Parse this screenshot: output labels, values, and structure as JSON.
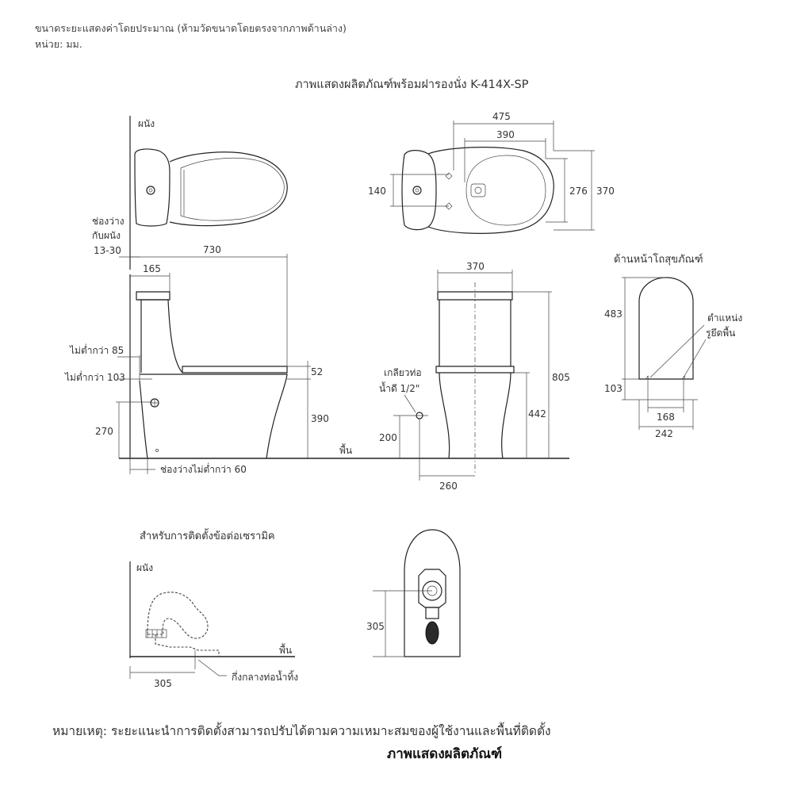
{
  "header": {
    "line1": "ขนาดระยะแสดงค่าโดยประมาณ (ห้ามวัดขนาดโดยตรงจากภาพด้านล่าง)",
    "line2": "หน่วย: มม."
  },
  "title": "ภาพแสดงผลิตภัณฑ์พร้อมฝารองนั่ง K-414X-SP",
  "top_view": {
    "wall": "ผนัง",
    "dim_475": "475",
    "dim_390": "390",
    "dim_140": "140",
    "dim_276": "276",
    "dim_370": "370"
  },
  "side_view": {
    "gap_line1": "ช่องว่าง",
    "gap_line2": "กับผนัง",
    "gap_value": "13-30",
    "dim_730": "730",
    "dim_165": "165",
    "min_85": "ไม่ต่ำกว่า 85",
    "min_103": "ไม่ต่ำกว่า 103",
    "dim_52": "52",
    "dim_270": "270",
    "dim_390": "390",
    "floor": "พื้น",
    "gap_min60": "ช่องว่างไม่ต่ำกว่า 60"
  },
  "front_view": {
    "dim_370": "370",
    "thread_line1": "เกลียวท่อ",
    "thread_line2": "น้ำดี 1/2\"",
    "dim_200": "200",
    "dim_805": "805",
    "dim_442": "442",
    "dim_260": "260"
  },
  "base_view": {
    "title": "ด้านหน้าโถสุขภัณฑ์",
    "dim_483": "483",
    "dim_103": "103",
    "fix_line1": "ตำแหน่ง",
    "fix_line2": "รูยึดพื้น",
    "dim_168": "168",
    "dim_242": "242"
  },
  "ceramic": {
    "title": "สำหรับการติดตั้งข้อต่อเซรามิค",
    "wall": "ผนัง",
    "floor": "พื้น",
    "dim_305": "305",
    "drain_center": "กึ่งกลางท่อน้ำทิ้ง"
  },
  "bottom_view": {
    "dim_305": "305"
  },
  "note": "หมายเหตุ: ระยะแนะนำการติดตั้งสามารถปรับได้ตามความเหมาะสมของผู้ใช้งานและพื้นที่ติดตั้ง",
  "caption": "ภาพแสดงผลิตภัณฑ์"
}
